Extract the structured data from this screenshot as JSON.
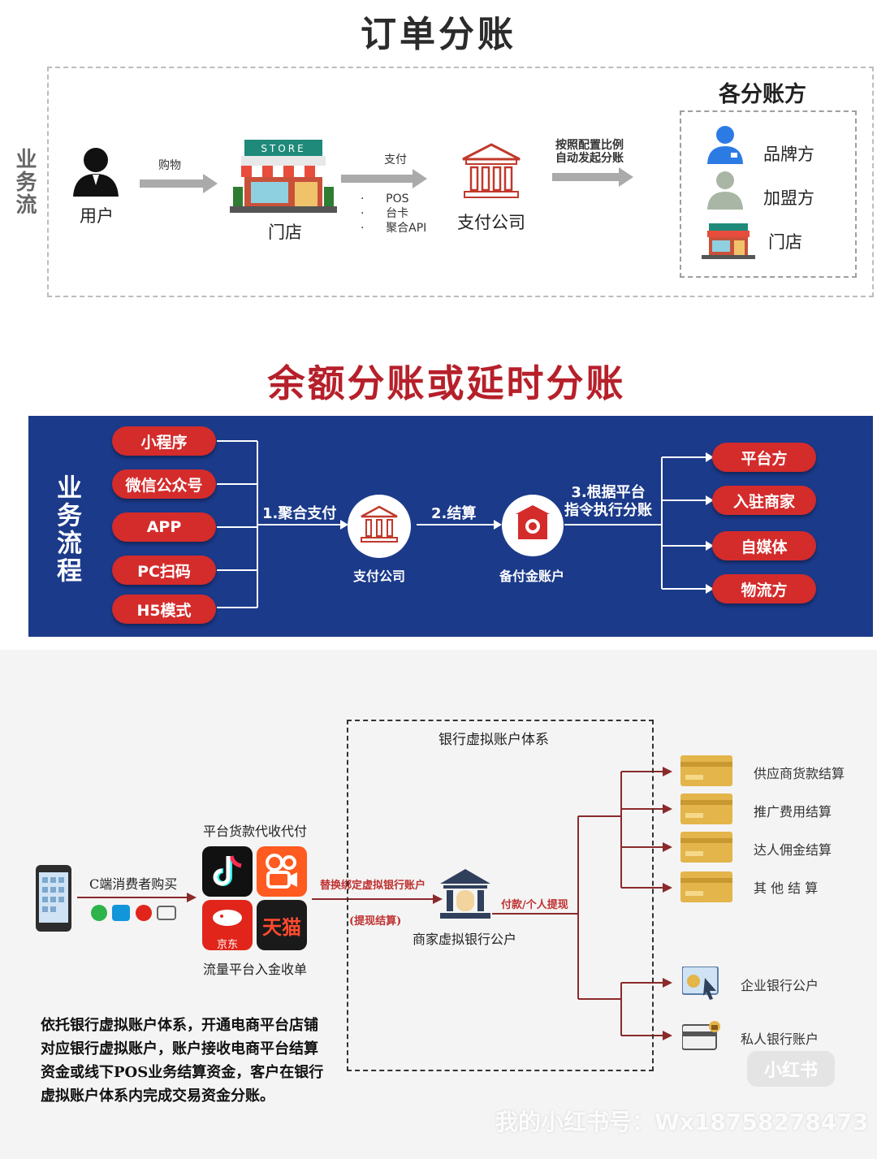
{
  "section1": {
    "title": "订单分账",
    "side_label": "业务流",
    "user": "用户",
    "arrow_shop": "购物",
    "store": "门店",
    "store_sign": "STORE",
    "arrow_pay": "支付",
    "pay_methods": [
      "POS",
      "台卡",
      "聚合API"
    ],
    "pay_company": "支付公司",
    "arrow_split": [
      "按照配置比例",
      "自动发起分账"
    ],
    "parties_title": "各分账方",
    "parties": [
      "品牌方",
      "加盟方",
      "门店"
    ]
  },
  "section2": {
    "title": "余额分账或延时分账",
    "side_label": "业务流程",
    "sources": [
      "小程序",
      "微信公众号",
      "APP",
      "PC扫码",
      "H5模式"
    ],
    "step1": "1.聚合支付",
    "pay_company": "支付公司",
    "step2": "2.结算",
    "reserve": "备付金账户",
    "step3": [
      "3.根据平台",
      "指令执行分账"
    ],
    "targets": [
      "平台方",
      "入驻商家",
      "自媒体",
      "物流方"
    ]
  },
  "section3": {
    "consumer": "C端消费者购买",
    "platform_top": "平台货款代收代付",
    "platform_bottom": "流量平台入金收单",
    "jd": "京东",
    "tmall": "天猫",
    "arrow_top": "替换绑定虚拟银行账户",
    "arrow_bottom": "(提现结算)",
    "bank_system": "银行虚拟账户体系",
    "merchant_account": "商家虚拟银行公户",
    "arrow_out": "付款/个人提现",
    "outputs_top": [
      "供应商货款结算",
      "推广费用结算",
      "达人佣金结算",
      "其 他 结 算"
    ],
    "outputs_bottom": [
      "企业银行公户",
      "私人银行账户"
    ],
    "description": "依托银行虚拟账户体系，开通电商平台店铺对应银行虚拟账户，账户接收电商平台结算资金或线下POS业务结算资金，客户在银行虚拟账户体系内完成交易资金分账。",
    "watermark_brand": "小红书",
    "watermark_id": "我的小红书号：Wx18758278473"
  },
  "colors": {
    "red": "#d42b2b",
    "blue": "#1b3a8a",
    "title_red": "#b6202a"
  }
}
